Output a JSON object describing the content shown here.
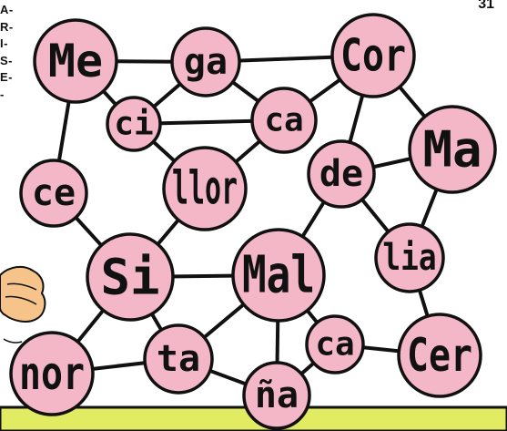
{
  "page_number": "31",
  "side_text": [
    "A-",
    "R-",
    "I-",
    "S-",
    "E-",
    "-"
  ],
  "colors": {
    "bubble_fill": "#f3b7c8",
    "outline": "#111111",
    "line": "#111111",
    "footer": "#e2ec62",
    "hand": "#f6c48a"
  },
  "puzzle": {
    "bubbles": [
      {
        "id": "me",
        "text": "Me"
      },
      {
        "id": "ga",
        "text": "ga"
      },
      {
        "id": "cor",
        "text": "Cor"
      },
      {
        "id": "ci",
        "text": "ci"
      },
      {
        "id": "ca1",
        "text": "ca"
      },
      {
        "id": "ma",
        "text": "Ma"
      },
      {
        "id": "de",
        "text": "de"
      },
      {
        "id": "ce",
        "text": "ce"
      },
      {
        "id": "llor",
        "text": "llor"
      },
      {
        "id": "lia",
        "text": "lia"
      },
      {
        "id": "si",
        "text": "Si"
      },
      {
        "id": "mal",
        "text": "Mal"
      },
      {
        "id": "ca2",
        "text": "ca"
      },
      {
        "id": "cer",
        "text": "Cer"
      },
      {
        "id": "nor",
        "text": "nor"
      },
      {
        "id": "ta",
        "text": "ta"
      },
      {
        "id": "na",
        "text": "ña"
      }
    ],
    "connections": [
      [
        "me",
        "ga"
      ],
      [
        "ga",
        "cor"
      ],
      [
        "me",
        "ci"
      ],
      [
        "me",
        "ce"
      ],
      [
        "ga",
        "ci"
      ],
      [
        "ga",
        "ca1"
      ],
      [
        "ci",
        "ca1"
      ],
      [
        "ci",
        "llor"
      ],
      [
        "ca1",
        "cor"
      ],
      [
        "cor",
        "de"
      ],
      [
        "cor",
        "ma"
      ],
      [
        "de",
        "ma"
      ],
      [
        "llor",
        "ca1"
      ],
      [
        "ma",
        "lia"
      ],
      [
        "de",
        "lia"
      ],
      [
        "de",
        "mal"
      ],
      [
        "ce",
        "si"
      ],
      [
        "llor",
        "si"
      ],
      [
        "si",
        "mal"
      ],
      [
        "lia",
        "cer"
      ],
      [
        "mal",
        "ca2"
      ],
      [
        "ca2",
        "cer"
      ],
      [
        "si",
        "nor"
      ],
      [
        "nor",
        "ta"
      ],
      [
        "ta",
        "na"
      ],
      [
        "na",
        "ca2"
      ],
      [
        "mal",
        "na"
      ],
      [
        "mal",
        "ta"
      ],
      [
        "si",
        "ta"
      ]
    ]
  }
}
